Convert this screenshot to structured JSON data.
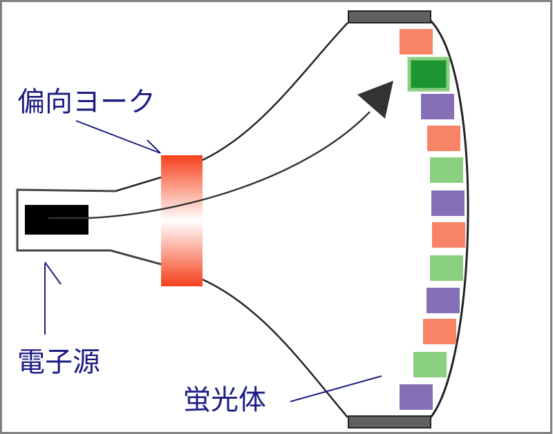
{
  "labels": {
    "yoke": "偏向ヨーク",
    "electron_source": "電子源",
    "phosphor": "蛍光体"
  },
  "colors": {
    "label": "#1c1c84",
    "yoke_edge": "#f5401a",
    "phosphor_red": "#f78467",
    "phosphor_green": "#8ad07f",
    "phosphor_green_active": "#1d9433",
    "phosphor_blue": "#8670b5",
    "cap": "#606060"
  },
  "phosphors": [
    "red",
    "green-active",
    "blue",
    "red",
    "green",
    "blue",
    "red",
    "green",
    "blue",
    "red",
    "green",
    "blue"
  ]
}
